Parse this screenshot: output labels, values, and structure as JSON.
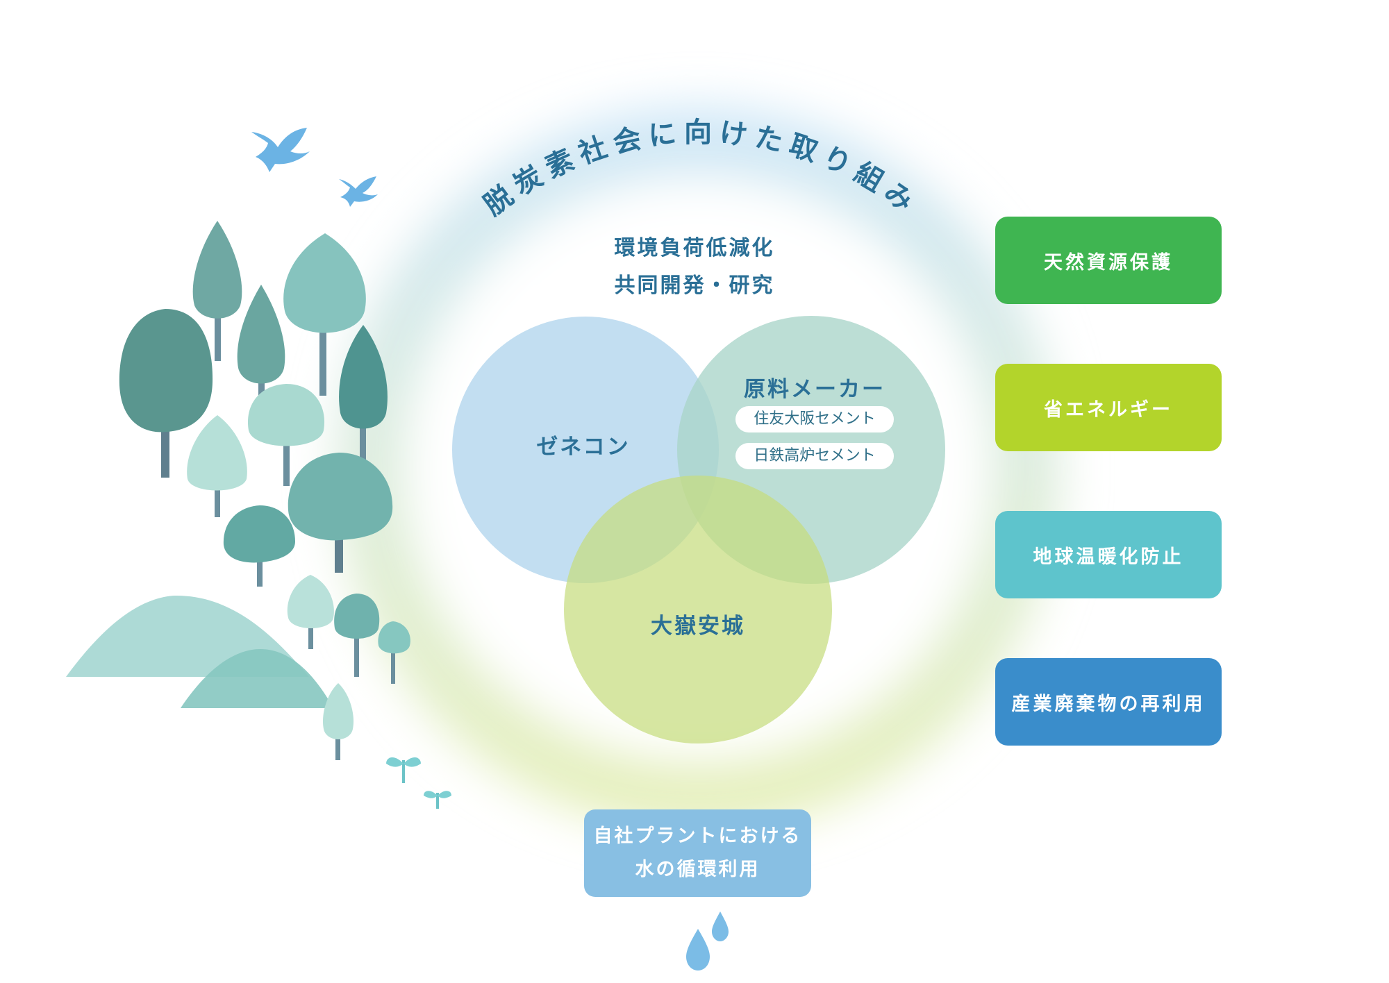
{
  "arc_title": "脱炭素社会に向けた取り組み",
  "collab": {
    "line1": "環境負荷低減化",
    "line2": "共同開発・研究"
  },
  "venn": {
    "contractor": "ゼネコン",
    "materials_maker": "原料メーカー",
    "company_1": "住友大阪セメント",
    "company_2": "日鉄高炉セメント",
    "self": "大嶽安城"
  },
  "goals": [
    {
      "label": "天然資源保護",
      "color": "#3fb551"
    },
    {
      "label": "省エネルギー",
      "color": "#b3d42b"
    },
    {
      "label": "地球温暖化防止",
      "color": "#5ec4cc"
    },
    {
      "label": "産業廃棄物の再利用",
      "color": "#3a8dcb"
    }
  ],
  "water": {
    "line1": "自社プラントにおける",
    "line2": "水の循環利用"
  },
  "colors": {
    "ring_top": "#c9e4f6",
    "ring_bottom": "#e4efb7",
    "circle_contractor": "#bedcf0",
    "circle_maker": "#b8ddd5",
    "circle_self": "#d6e5a4",
    "text_blue": "#2a6f96"
  }
}
